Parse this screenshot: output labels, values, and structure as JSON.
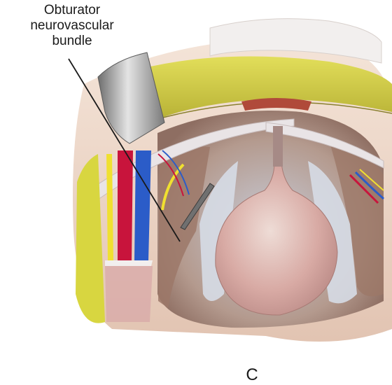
{
  "figure": {
    "callout_label_lines": [
      "Obturator",
      "neurovascular",
      "bundle"
    ],
    "panel_letter": "C"
  },
  "colors": {
    "fat_yellow": "#d8d640",
    "artery_red": "#c8143c",
    "vein_blue": "#2b5cc8",
    "nerve_yellow": "#f0e030",
    "bladder_pink": "#d8a8a2",
    "muscle_brown": "#b08a78",
    "retractor_gray": "#9a9a9a",
    "label_text": "#1a1a1a"
  },
  "icons": {
    "retractor": "retractor-blade-icon",
    "forceps": "forceps-icon"
  }
}
